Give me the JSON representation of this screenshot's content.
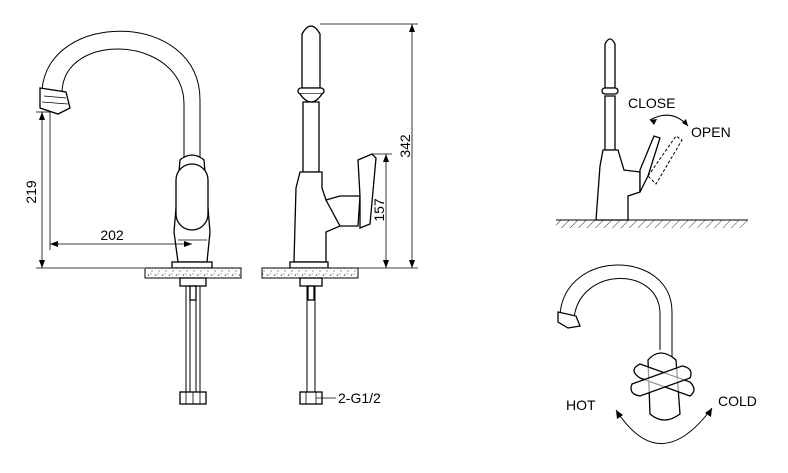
{
  "dimensions": {
    "reach": "202",
    "spout_height": "219",
    "total_height": "342",
    "handle_height": "157"
  },
  "connection_label": "2-G1/2",
  "labels": {
    "close": "CLOSE",
    "open": "OPEN",
    "hot": "HOT",
    "cold": "COLD"
  }
}
